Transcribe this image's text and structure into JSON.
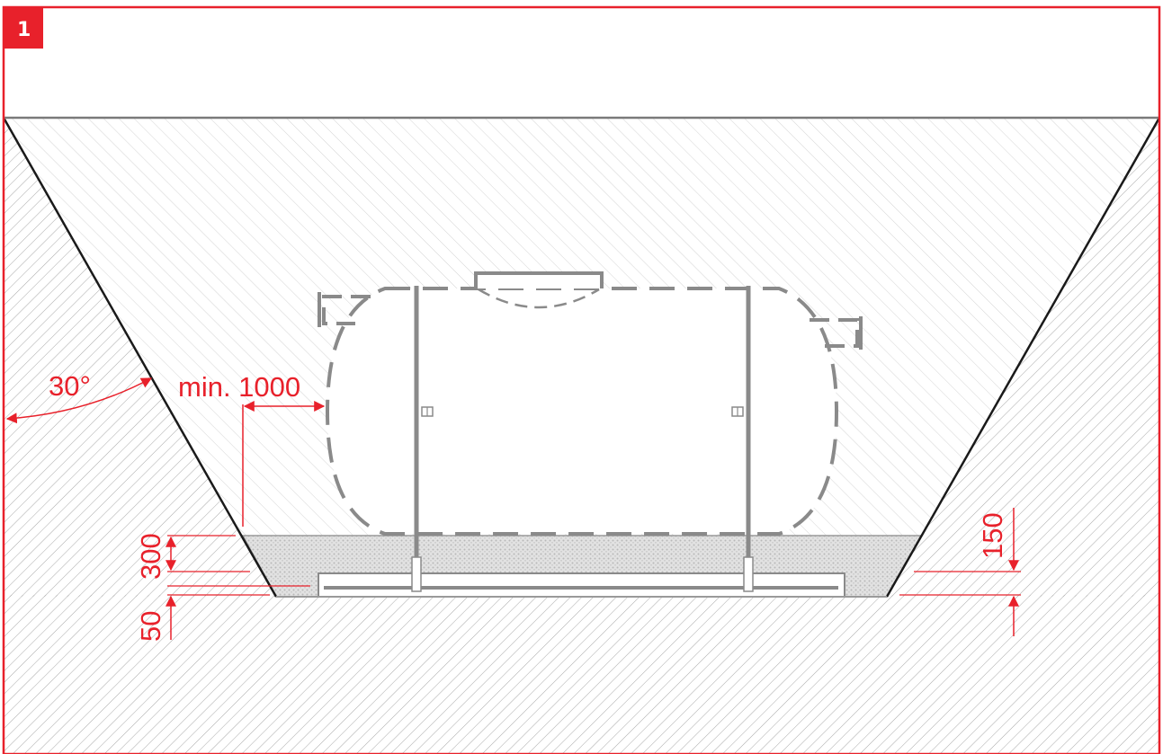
{
  "figure": {
    "badge": "1",
    "labels": {
      "slope_angle": "30°",
      "side_clearance": "min. 1000",
      "bedding_top": "300",
      "base_layer": "50",
      "right_height": "150"
    }
  },
  "colors": {
    "accent": "#e8212b",
    "outline": "#7a7a7a",
    "soil_hatch": "#bdbdbd",
    "bedding_fill": "#d6d6d6",
    "tank": "#8a8a8a"
  }
}
